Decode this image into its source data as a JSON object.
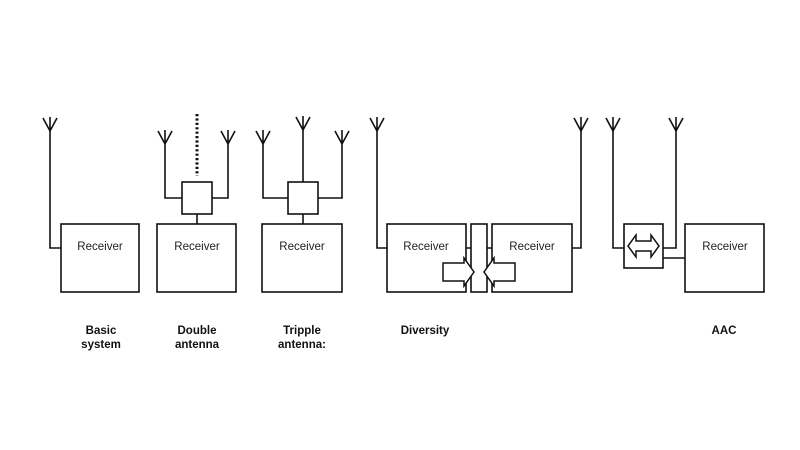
{
  "diagram": {
    "receiver_label": "Receiver",
    "systems": [
      {
        "id": "basic",
        "caption_lines": [
          "Basic",
          "system"
        ],
        "antenna_count": 1,
        "receiver_count": 1,
        "combiner": "none"
      },
      {
        "id": "double",
        "caption_lines": [
          "Double",
          "antenna"
        ],
        "antenna_count": 2,
        "receiver_count": 1,
        "combiner": "box",
        "extra": "dotted-line"
      },
      {
        "id": "triple",
        "caption_lines": [
          "Tripple",
          "antenna:"
        ],
        "antenna_count": 3,
        "receiver_count": 1,
        "combiner": "box"
      },
      {
        "id": "diversity",
        "caption_lines": [
          "Diversity"
        ],
        "antenna_count": 2,
        "receiver_count": 2,
        "combiner": "facing-arrows"
      },
      {
        "id": "aac",
        "caption_lines": [
          "AAC"
        ],
        "antenna_count": 2,
        "receiver_count": 1,
        "combiner": "switch-double-arrow"
      }
    ]
  }
}
